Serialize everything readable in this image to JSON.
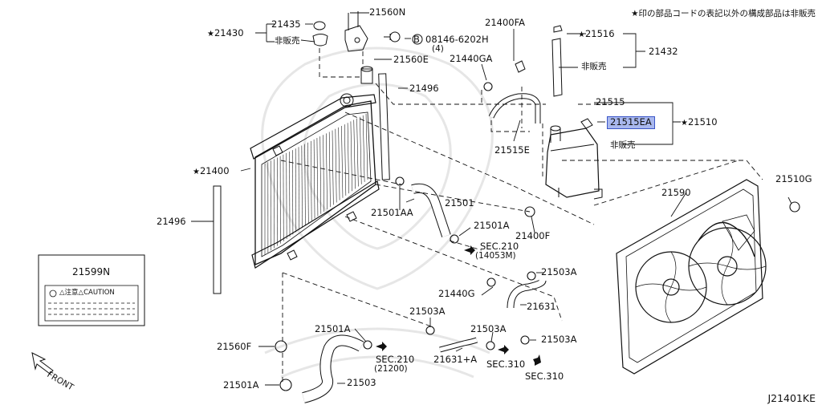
{
  "note": "★印の部品コードの表記以外の構成部品は非販売",
  "diagram_code": "J21401KE",
  "highlighted": "21515EA",
  "labels": {
    "p21435": "21435",
    "p21430": "21430",
    "hi_left": "非販売",
    "p21560N": "21560N",
    "p08146": "08146-6202H",
    "p08146_qty": "(4)",
    "bolt_b": "B",
    "p21560E": "21560E",
    "p21400FA": "21400FA",
    "p21516": "21516",
    "hi_top": "非販売",
    "p21432": "21432",
    "p21440GA": "21440GA",
    "p21496_top": "21496",
    "p21515": "21515",
    "p21515EA": "21515EA",
    "p21510": "21510",
    "hi_mid": "非販売",
    "p21515E": "21515E",
    "p21400": "21400",
    "p21510G": "21510G",
    "p21590": "21590",
    "p21501": "21501",
    "p21501AA": "21501AA",
    "p21496_left": "21496",
    "p21501A_top": "21501A",
    "p21400F": "21400F",
    "sec210a": "SEC.210",
    "sec210a_ref": "(14053M)",
    "p21503A_r1": "21503A",
    "p21440G": "21440G",
    "p21631": "21631",
    "p21503A_mid": "21503A",
    "p21501A_mid": "21501A",
    "p21503A_c": "21503A",
    "p21503A_r2": "21503A",
    "p21631A": "21631+A",
    "sec210b": "SEC.210",
    "sec210b_ref": "(21200)",
    "sec310a": "SEC.310",
    "sec310b": "SEC.310",
    "p21560F": "21560F",
    "p21501A_bot": "21501A",
    "p21503": "21503",
    "p21599N": "21599N",
    "front": "FRONT"
  },
  "caution_card": {
    "code": "21599N",
    "text": "△注意△CAUTION"
  }
}
